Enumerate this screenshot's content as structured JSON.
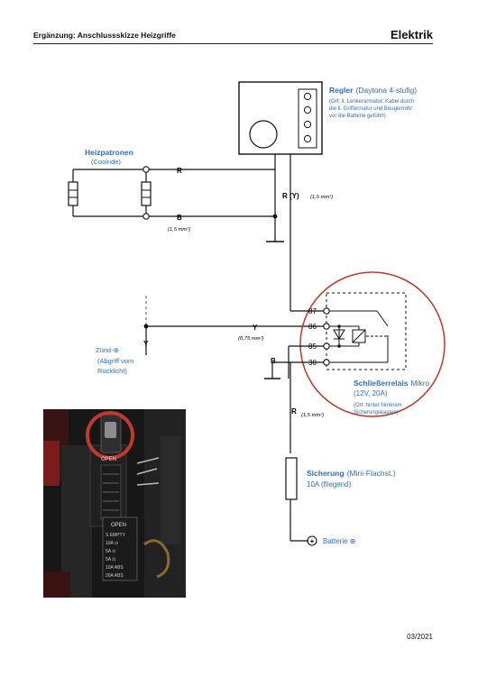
{
  "header": {
    "title": "Ergänzung: Anschlussskizze Heizgriffe",
    "section": "Elektrik"
  },
  "footer": {
    "date": "03/2021"
  },
  "regler": {
    "title": "Regler",
    "subtitle": "(Daytona 4-stufig)",
    "note": [
      "(Ort: li. Lenkerarmatur; Kabel durch",
      "die li. Griffarmatur und Bougierrohr",
      "vor die Batterie geführt)"
    ]
  },
  "heizpatronen": {
    "title": "Heizpatronen",
    "subtitle": "(Coolride)"
  },
  "wires": {
    "r": "R",
    "ry": "R (Y)",
    "ry_size": "(1,5 mm²)",
    "b": "B",
    "b_size": "(1,5 mm²)",
    "y": "Y",
    "y_size": "(0,75 mm²)",
    "y_vert": "Y",
    "b_relay": "B",
    "r_relay": "R",
    "r_relay_size": "(1,5 mm²)"
  },
  "zuend": {
    "lines": [
      "Zünd-⊕",
      "(Abgriff vom",
      "Rücklicht)"
    ]
  },
  "relay": {
    "pins": [
      "87",
      "86",
      "85",
      "30"
    ],
    "title": "Schließerrelais",
    "title_suffix": "Mikro",
    "rating": "(12V, 20A)",
    "note": [
      "(Ort: hinter hinterem",
      "Sicherungskasten)"
    ]
  },
  "fuse": {
    "title": "Sicherung",
    "subtitle": "(Mini-Flachst.)",
    "rating": "10A (fliegend)"
  },
  "battery": {
    "symbol": "+",
    "label": "Batterie ⊕"
  },
  "photo": {
    "open_top": "OPEN",
    "open_bottom": "OPEN",
    "rows": [
      "S EMPTY",
      "10A ⊙",
      "5A ⊙",
      "5A ⊡",
      "10A ABS",
      "20A ABS"
    ]
  }
}
